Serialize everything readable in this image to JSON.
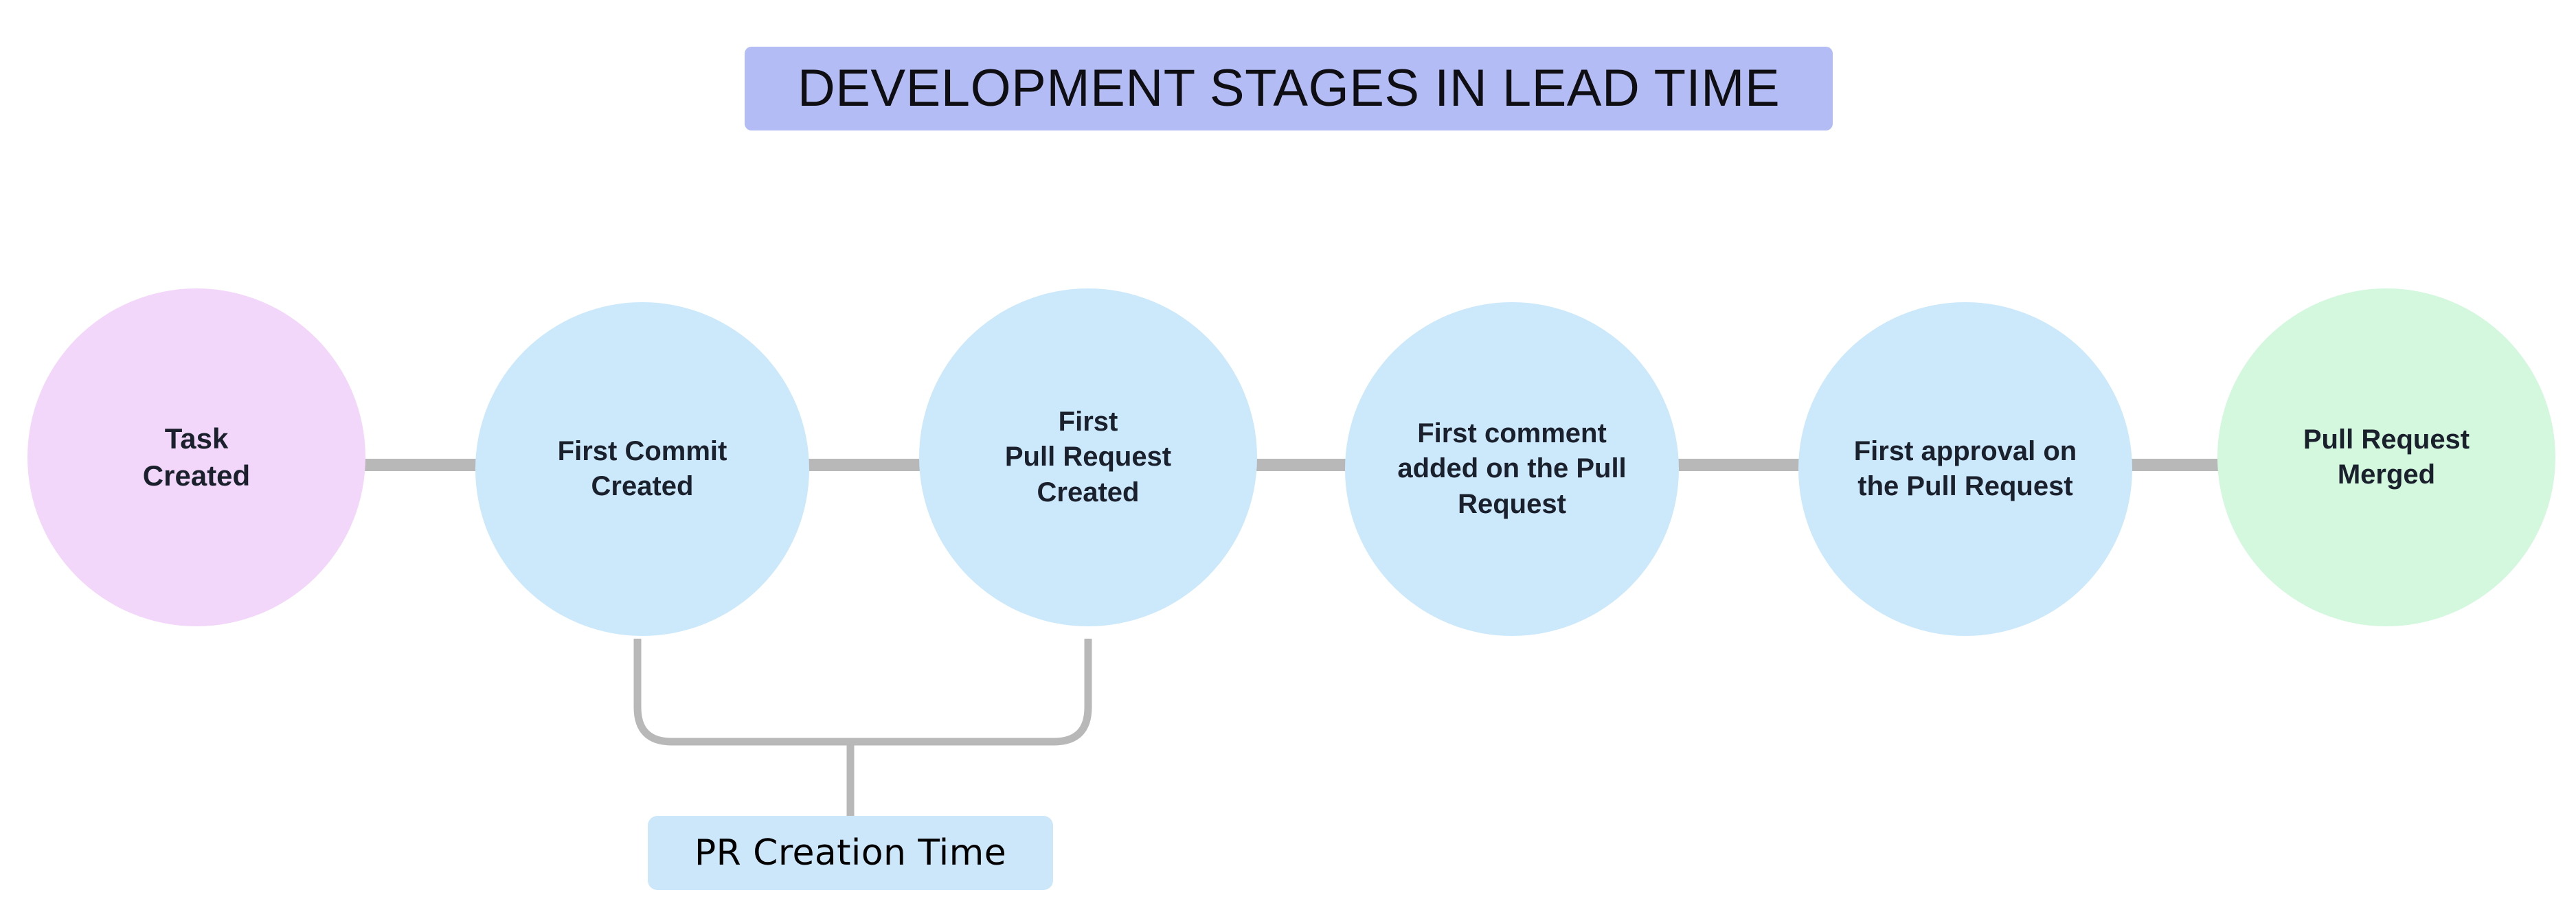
{
  "diagram": {
    "type": "timeline-flow",
    "title": "DEVELOPMENT STAGES IN LEAD TIME",
    "background_color": "#ffffff",
    "title_background_color": "#b3bcf5",
    "title_text_color": "#0f0f13",
    "edge_color": "#b8b8b8"
  },
  "stages": [
    {
      "id": "task-created",
      "label": "Task\nCreated",
      "fill": "#f3d7fa",
      "text_color": "#1a202c"
    },
    {
      "id": "first-commit-created",
      "label": "First Commit\nCreated",
      "fill": "#cce9fc",
      "text_color": "#1a202c"
    },
    {
      "id": "first-pull-request-created",
      "label": "First\nPull Request\nCreated",
      "fill": "#cce9fc",
      "text_color": "#1a202c"
    },
    {
      "id": "first-comment-on-pull-request",
      "label": "First comment\nadded on the Pull\nRequest",
      "fill": "#cce9fc",
      "text_color": "#1a202c"
    },
    {
      "id": "first-approval-on-pull-request",
      "label": "First approval on\nthe Pull Request",
      "fill": "#cce9fc",
      "text_color": "#1a202c"
    },
    {
      "id": "pull-request-merged",
      "label": "Pull Request\nMerged",
      "fill": "#d3f8de",
      "text_color": "#1a202c"
    }
  ],
  "annotations": [
    {
      "id": "pr-creation-time",
      "label": "PR Creation Time",
      "fill": "#cce7fa",
      "text_color": "#000000",
      "spans_from": "first-commit-created",
      "spans_to": "first-pull-request-created"
    }
  ]
}
